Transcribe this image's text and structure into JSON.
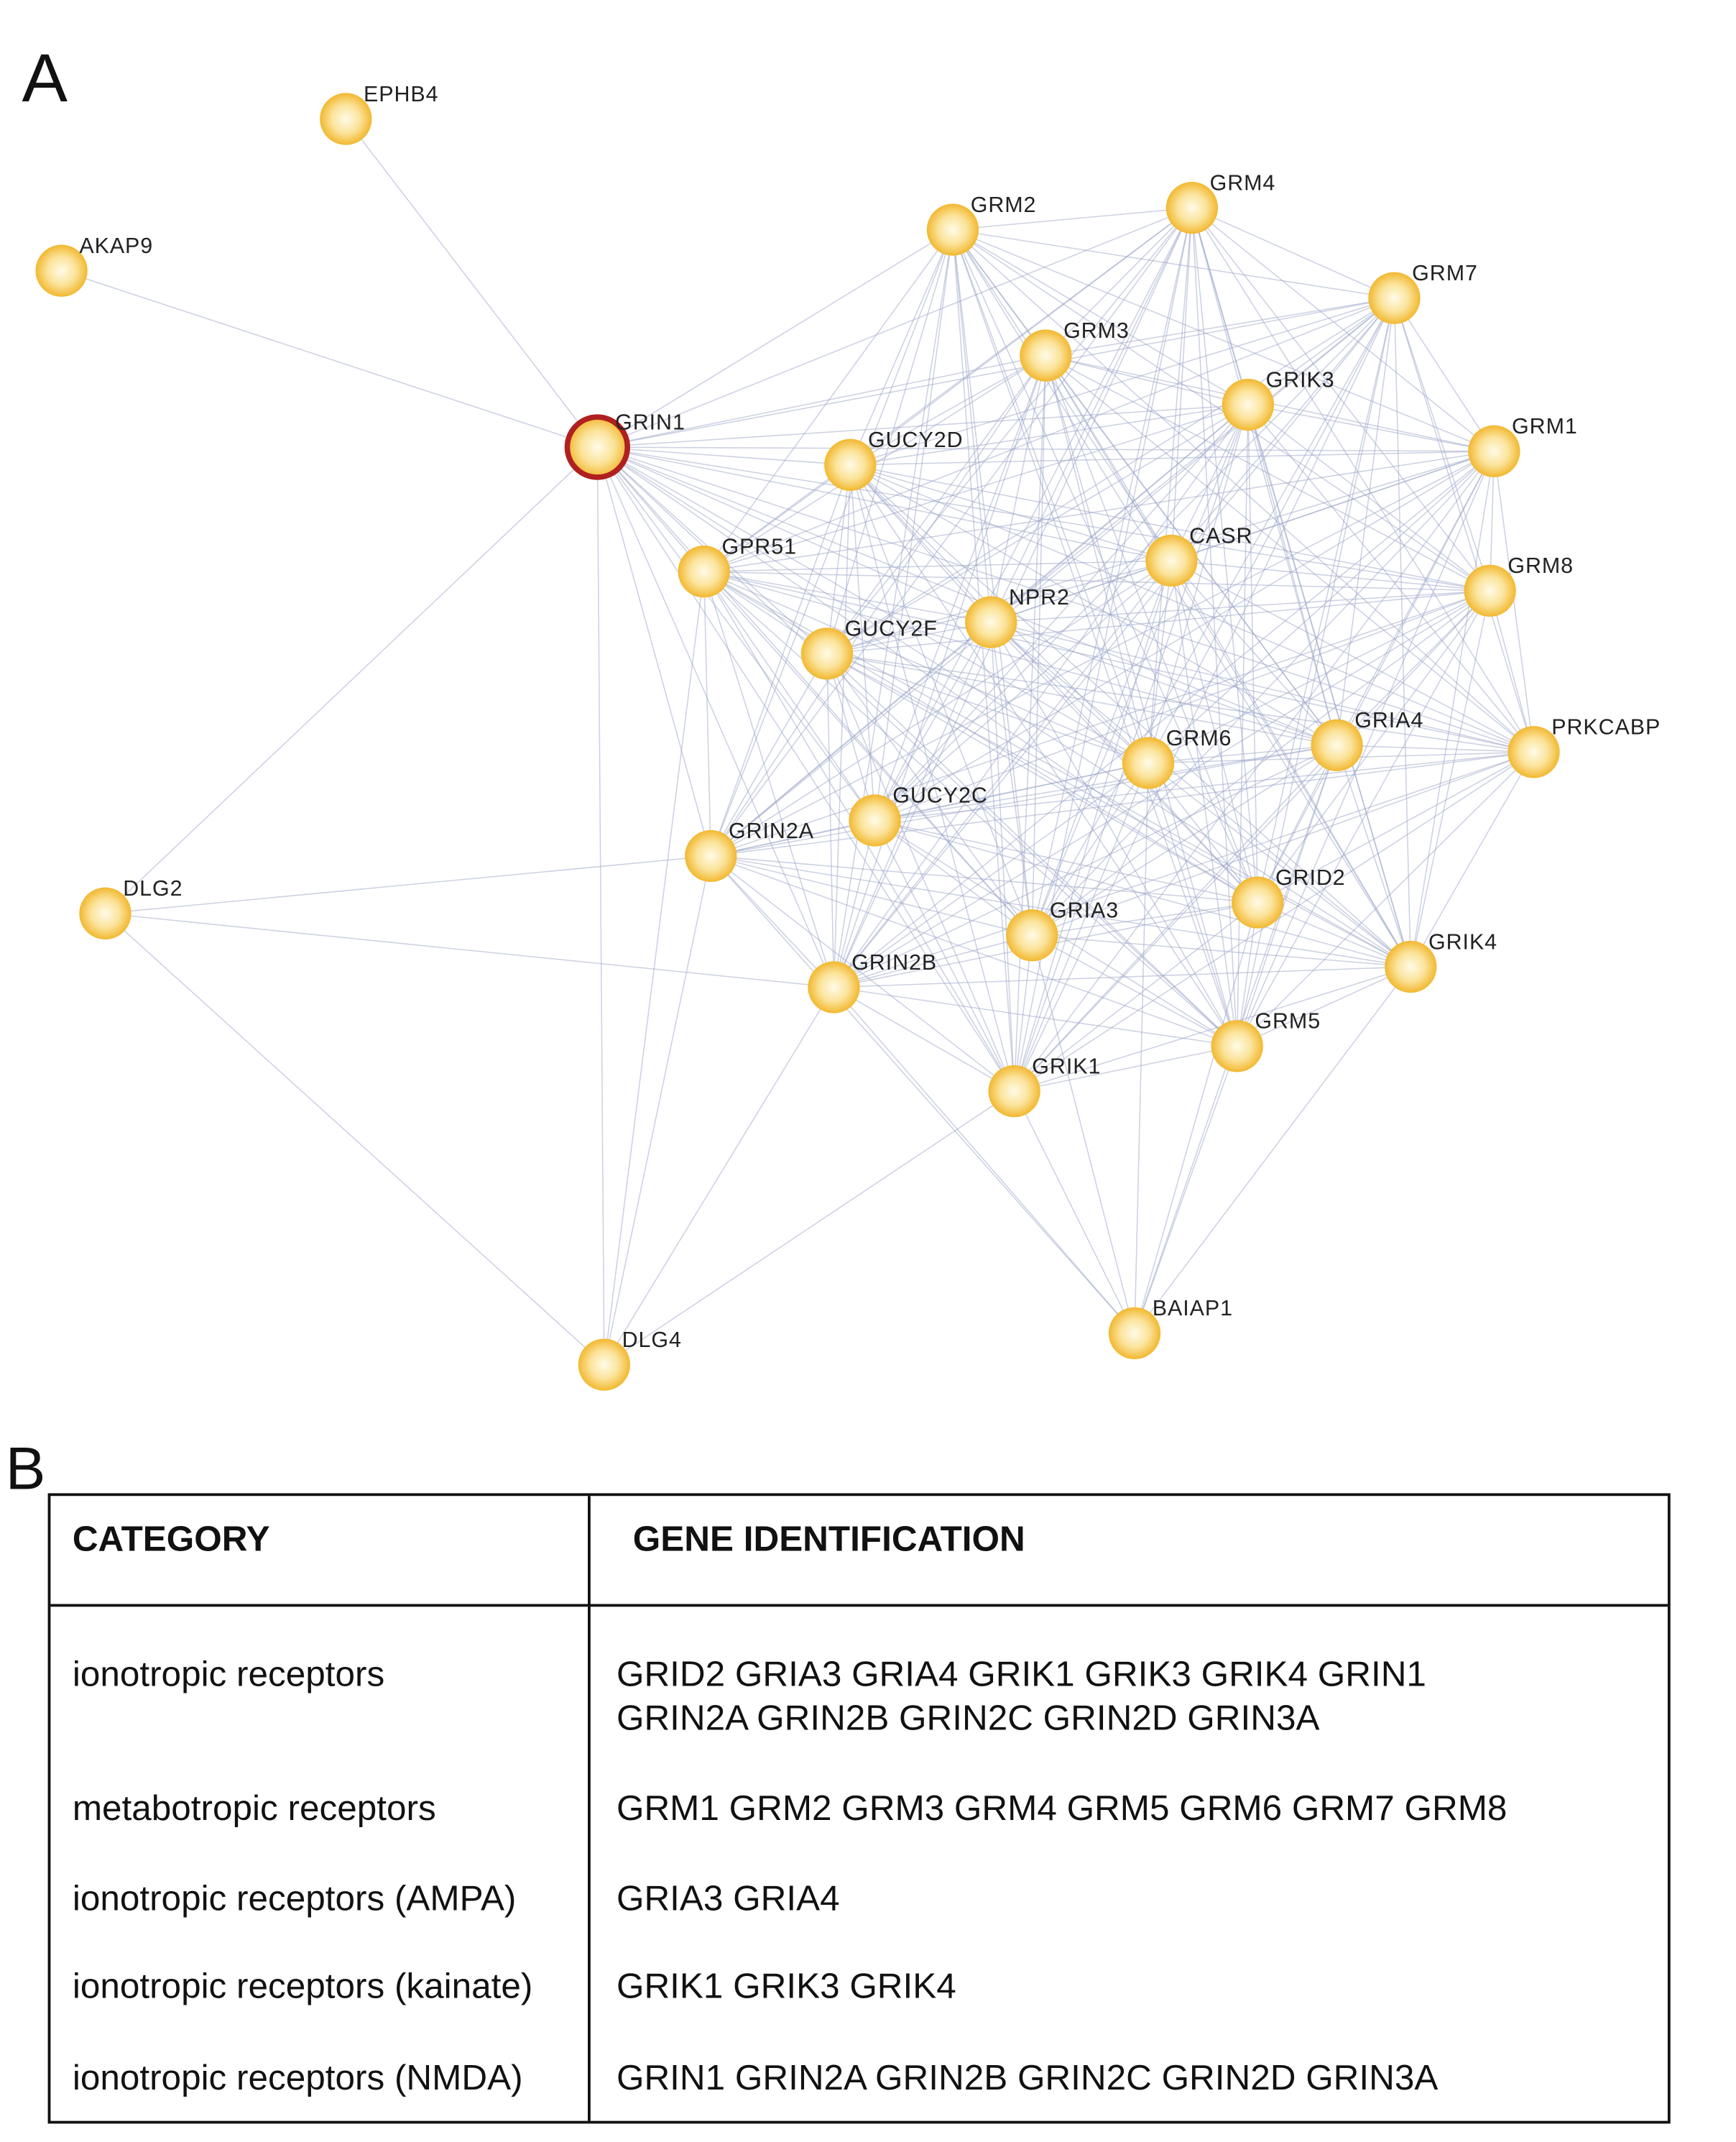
{
  "panel_a": {
    "label": "A",
    "highlight_node": "GRIN1",
    "colors": {
      "node": "#f5c242",
      "node_center": "#fffbe8",
      "highlight_ring": "#b02020",
      "edge": "#9aa3c8"
    },
    "nodes": [
      "EPHB4",
      "AKAP9",
      "GRIN1",
      "GRM2",
      "GRM4",
      "GRM7",
      "GRM3",
      "GRIK3",
      "GRM1",
      "GUCY2D",
      "GPR51",
      "CASR",
      "GRM8",
      "NPR2",
      "GUCY2F",
      "PRKCABP",
      "GRIA4",
      "GRM6",
      "GUCY2C",
      "GRIN2A",
      "DLG2",
      "GRID2",
      "GRIA3",
      "GRIK4",
      "GRIN2B",
      "GRM5",
      "GRIK1",
      "BAIAP1",
      "DLG4"
    ],
    "core_clique": [
      "GRIN1",
      "GRM2",
      "GRM4",
      "GRM7",
      "GRM3",
      "GRIK3",
      "GRM1",
      "GUCY2D",
      "GPR51",
      "CASR",
      "GRM8",
      "NPR2",
      "GUCY2F",
      "PRKCABP",
      "GRIA4",
      "GRM6",
      "GUCY2C",
      "GRIN2A",
      "GRID2",
      "GRIA3",
      "GRIK4",
      "GRIN2B",
      "GRM5",
      "GRIK1"
    ],
    "extra_edges": [
      [
        "AKAP9",
        "GRIN1"
      ],
      [
        "EPHB4",
        "GRIN1"
      ],
      [
        "DLG2",
        "GRIN1"
      ],
      [
        "DLG2",
        "GRIN2A"
      ],
      [
        "DLG2",
        "GRIN2B"
      ],
      [
        "DLG2",
        "DLG4"
      ],
      [
        "DLG4",
        "GRIN1"
      ],
      [
        "DLG4",
        "GRIN2A"
      ],
      [
        "DLG4",
        "GRIN2B"
      ],
      [
        "DLG4",
        "GRIK1"
      ],
      [
        "DLG4",
        "GPR51"
      ],
      [
        "BAIAP1",
        "GRIN2A"
      ],
      [
        "BAIAP1",
        "GRIN2B"
      ],
      [
        "BAIAP1",
        "GRIK1"
      ],
      [
        "BAIAP1",
        "GRM5"
      ],
      [
        "BAIAP1",
        "GRIK4"
      ],
      [
        "BAIAP1",
        "GRID2"
      ],
      [
        "BAIAP1",
        "GRIA3"
      ],
      [
        "BAIAP1",
        "GRIA4"
      ],
      [
        "BAIAP1",
        "GRM6"
      ]
    ]
  },
  "panel_b": {
    "label": "B",
    "headers": {
      "category": "CATEGORY",
      "genes": "GENE IDENTIFICATION"
    },
    "rows": [
      {
        "category": "ionotropic receptors",
        "genes": [
          "GRID2  GRIA3  GRIA4  GRIK1  GRIK3  GRIK4  GRIN1",
          "GRIN2A  GRIN2B  GRIN2C  GRIN2D  GRIN3A"
        ]
      },
      {
        "category": "metabotropic receptors",
        "genes": [
          "GRM1  GRM2  GRM3  GRM4  GRM5  GRM6  GRM7 GRM8"
        ]
      },
      {
        "category": "ionotropic receptors (AMPA)",
        "genes": [
          "GRIA3  GRIA4"
        ]
      },
      {
        "category": "ionotropic receptors (kainate)",
        "genes": [
          "GRIK1  GRIK3  GRIK4"
        ]
      },
      {
        "category": "ionotropic receptors (NMDA)",
        "genes": [
          "GRIN1  GRIN2A  GRIN2B  GRIN2C  GRIN2D  GRIN3A"
        ]
      }
    ]
  }
}
